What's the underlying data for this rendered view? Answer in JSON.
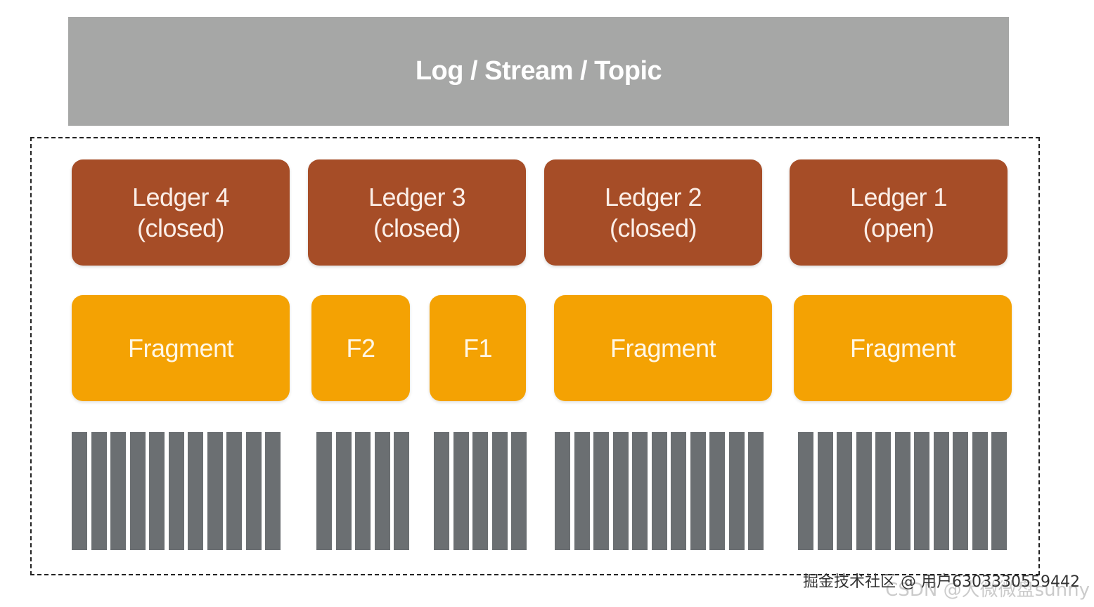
{
  "topic": {
    "title": "Log / Stream / Topic"
  },
  "ledgers": [
    {
      "name": "Ledger 4",
      "state": "(closed)"
    },
    {
      "name": "Ledger 3",
      "state": "(closed)"
    },
    {
      "name": "Ledger 2",
      "state": "(closed)"
    },
    {
      "name": "Ledger 1",
      "state": "(open)"
    }
  ],
  "fragments": [
    {
      "label": "Fragment"
    },
    {
      "label": "F2"
    },
    {
      "label": "F1"
    },
    {
      "label": "Fragment"
    },
    {
      "label": "Fragment"
    }
  ],
  "entry_groups": [
    {
      "count": 11
    },
    {
      "count": 5
    },
    {
      "count": 5
    },
    {
      "count": 11
    },
    {
      "count": 11
    }
  ],
  "watermark": {
    "primary": "掘金技术社区 @ 用户6303330559442",
    "secondary": "CSDN @大微微盘sunny"
  },
  "colors": {
    "topic": "#a6a7a6",
    "ledger": "#a64d27",
    "fragment": "#f4a203",
    "entry": "#6b6f72"
  }
}
